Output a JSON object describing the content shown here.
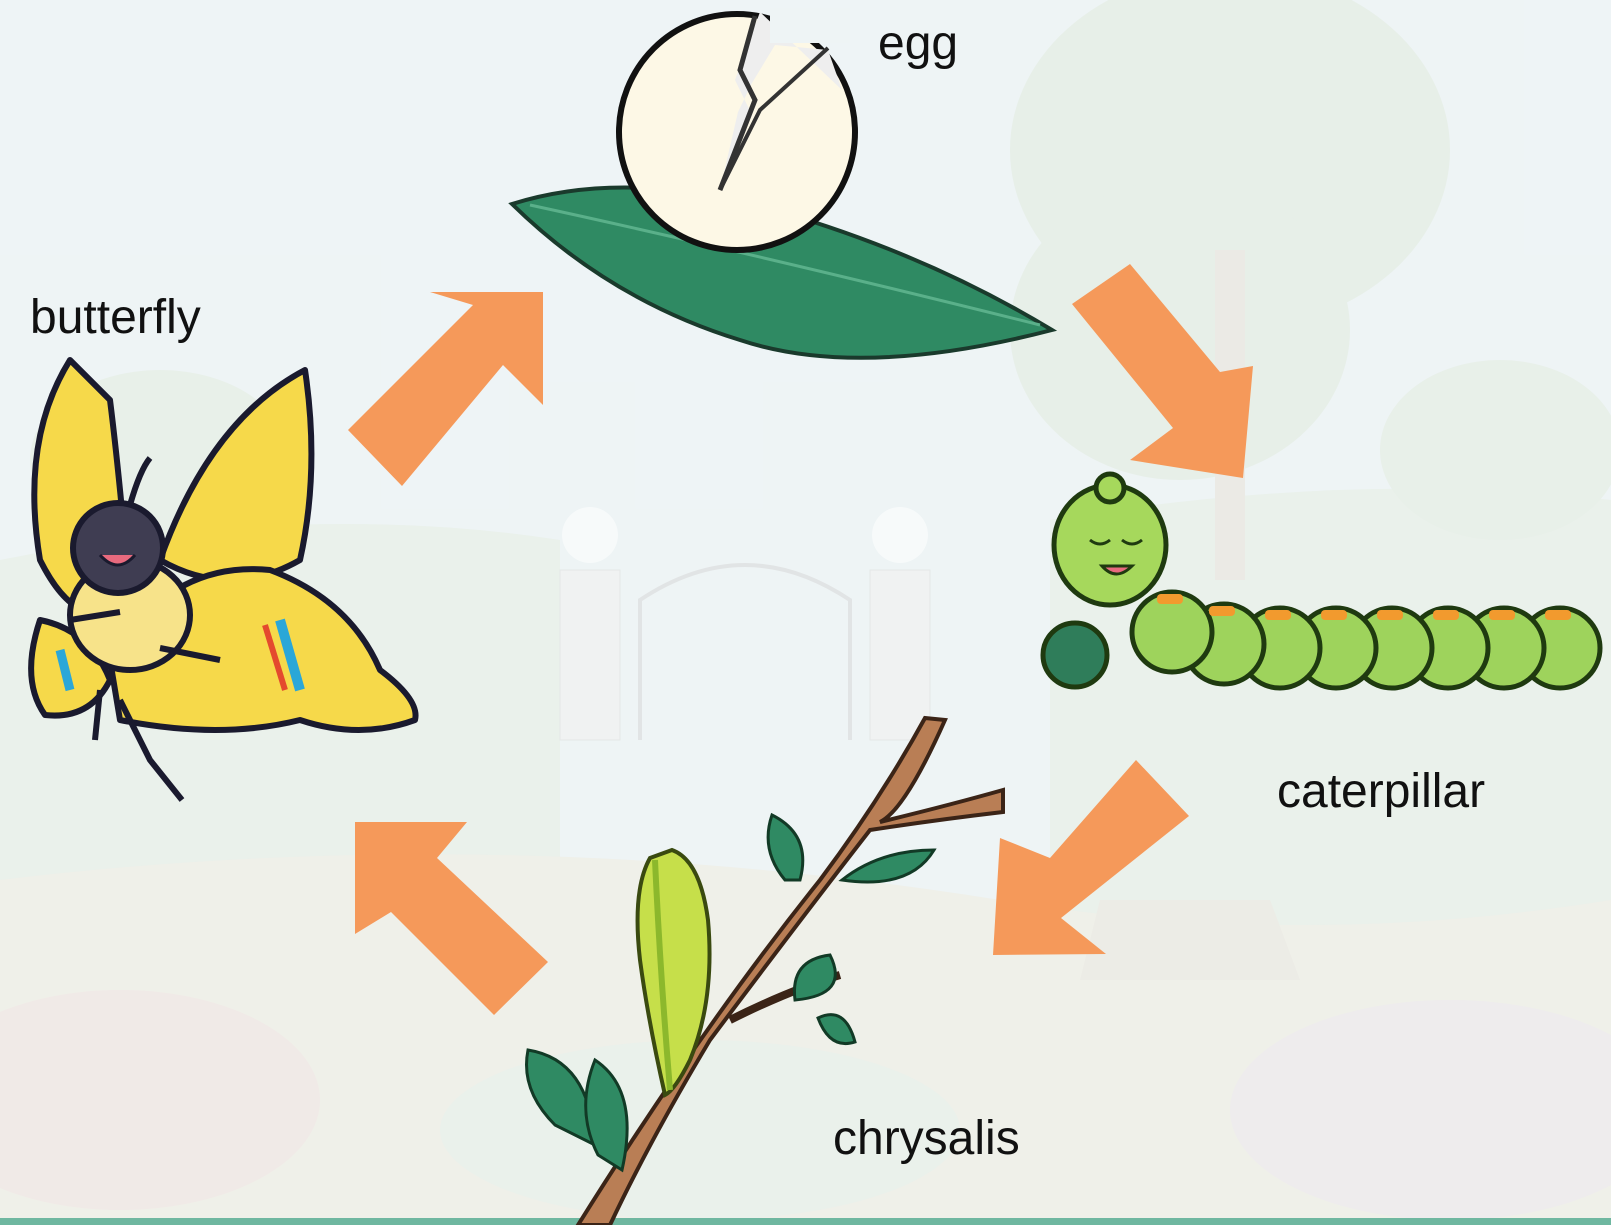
{
  "diagram": {
    "stages": [
      {
        "key": "egg",
        "label": "egg"
      },
      {
        "key": "caterpillar",
        "label": "caterpillar"
      },
      {
        "key": "chrysalis",
        "label": "chrysalis"
      },
      {
        "key": "butterfly",
        "label": "butterfly"
      }
    ],
    "arrow_color": "#f5995a",
    "leaf_color": "#2f8a63",
    "butterfly_color": "#f6d94a",
    "caterpillar_color": "#9ed35c",
    "branch_color": "#b97e55"
  }
}
